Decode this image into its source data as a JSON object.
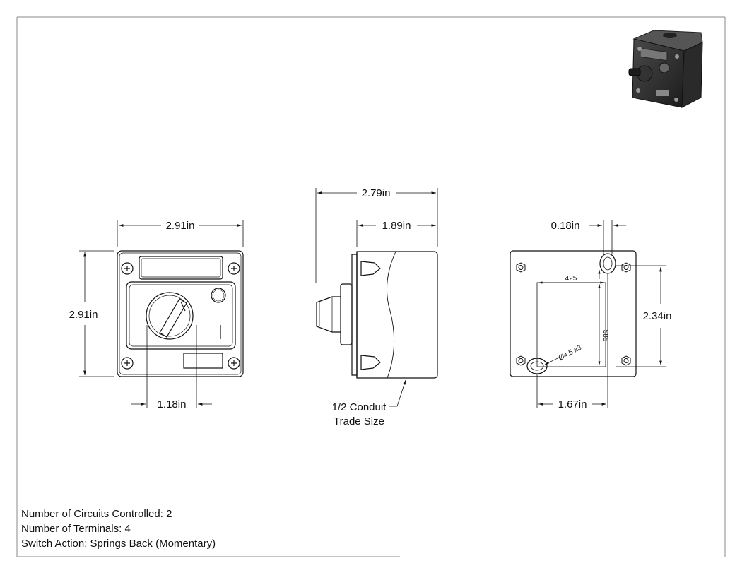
{
  "front_view": {
    "width_label": "2.91in",
    "height_label": "2.91in",
    "knob_offset_label": "1.18in"
  },
  "side_view": {
    "depth_label": "2.79in",
    "body_depth_label": "1.89in",
    "conduit_label_line1": "1/2 Conduit",
    "conduit_label_line2": "Trade Size"
  },
  "back_view": {
    "hole_offset_label": "0.18in",
    "hole_spacing_vertical_label": "2.34in",
    "hole_spacing_horizontal_label": "1.67in",
    "inner_width_mm": "425",
    "inner_height_mm": "585",
    "hole_callout": "Ø4.5 x3"
  },
  "specs": {
    "circuits": "Number of Circuits Controlled: 2",
    "terminals": "Number of Terminals: 4",
    "switch_action": "Switch Action: Springs Back (Momentary)"
  }
}
